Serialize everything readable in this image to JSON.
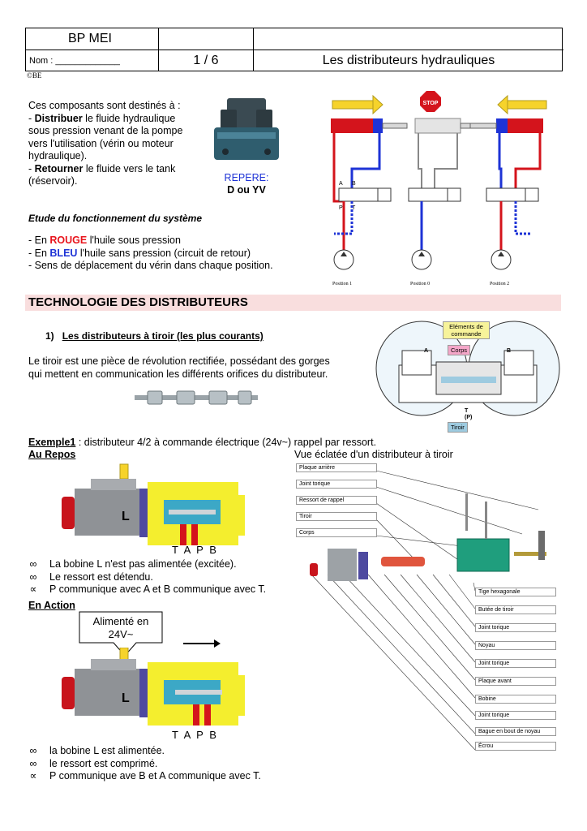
{
  "header": {
    "course": "BP MEI",
    "name_label": "Nom : _____________",
    "page": "1 / 6",
    "title": "Les distributeurs hydrauliques",
    "copyright": "©BE"
  },
  "intro": {
    "line1": "Ces composants sont destinés à :",
    "b1_prefix": "- ",
    "b1_bold": "Distribuer",
    "b1_rest1": " le fluide hydraulique",
    "b1_rest2": "sous pression venant de la pompe",
    "b1_rest3": "vers l'utilisation (vérin ou moteur",
    "b1_rest4": "hydraulique).",
    "b2_prefix": "- ",
    "b2_bold": "Retourner",
    "b2_rest1": " le fluide vers le tank",
    "b2_rest2": "(réservoir).",
    "repere_label": "REPERE:",
    "repere_value": "D ou YV"
  },
  "study": {
    "title": "Etude du fonctionnement du système",
    "l1_prefix": "- En ",
    "l1_color_word": "ROUGE",
    "l1_rest": " l'huile sous pression",
    "l2_prefix": "- En ",
    "l2_color_word": "BLEU",
    "l2_rest": " l'huile sans pression (circuit de retour)",
    "l3": "- Sens de déplacement du vérin dans chaque position."
  },
  "diagram_top": {
    "positions": [
      "Position 1",
      "Position 0",
      "Position 2"
    ],
    "stop": "STOP",
    "port_a": "A",
    "port_b": "B",
    "port_p": "P",
    "port_t": "T"
  },
  "section_title": "TECHNOLOGIE DES DISTRIBUTEURS",
  "sub1": {
    "number": "1)",
    "title": "Les distributeurs à tiroir (les plus courants)",
    "p1": "Le tiroir est une pièce de révolution rectifiée, possédant des gorges",
    "p2": "qui mettent en communication les différents orifices du distributeur."
  },
  "cutaway": {
    "elements": "Eléments de commande",
    "corps": "Corps",
    "tiroir": "Tiroir",
    "a": "A",
    "b": "B",
    "t": "T",
    "p": "(P)"
  },
  "example": {
    "label": "Exemple1",
    "text": " : distributeur 4/2 à commande électrique (24v~) rappel par ressort.",
    "repos": "Au Repos",
    "exploded_title": "Vue éclatée d'un distributeur à tiroir"
  },
  "repos_fig": {
    "coil": "L",
    "ports": "T A P B"
  },
  "repos_bullets": [
    {
      "sym": "∞",
      "text": "La bobine L n'est pas alimentée (excitée)."
    },
    {
      "sym": "∞",
      "text": "Le ressort est détendu."
    },
    {
      "sym": "∝",
      "text": "P communique avec A et B communique avec T."
    }
  ],
  "action": {
    "label": "En Action",
    "fed_1": "Alimenté en",
    "fed_2": "24V~",
    "coil": "L",
    "ports": "T A P B"
  },
  "action_bullets": [
    {
      "sym": "∞",
      "text": "la bobine L est alimentée."
    },
    {
      "sym": "∞",
      "text": "le ressort est comprimé."
    },
    {
      "sym": "∝",
      "text": "P communique ave B et A communique avec T."
    }
  ],
  "exploded_labels_left": [
    "Plaque arrière",
    "Joint torique",
    "Ressort de rappel",
    "Tiroir",
    "Corps"
  ],
  "exploded_labels_right": [
    "Tige hexagonale",
    "Butée de tiroir",
    "Joint torique",
    "Noyau",
    "Joint torique",
    "Plaque avant",
    "Bobine",
    "Joint torique",
    "Bague en bout de noyau",
    "Écrou"
  ]
}
